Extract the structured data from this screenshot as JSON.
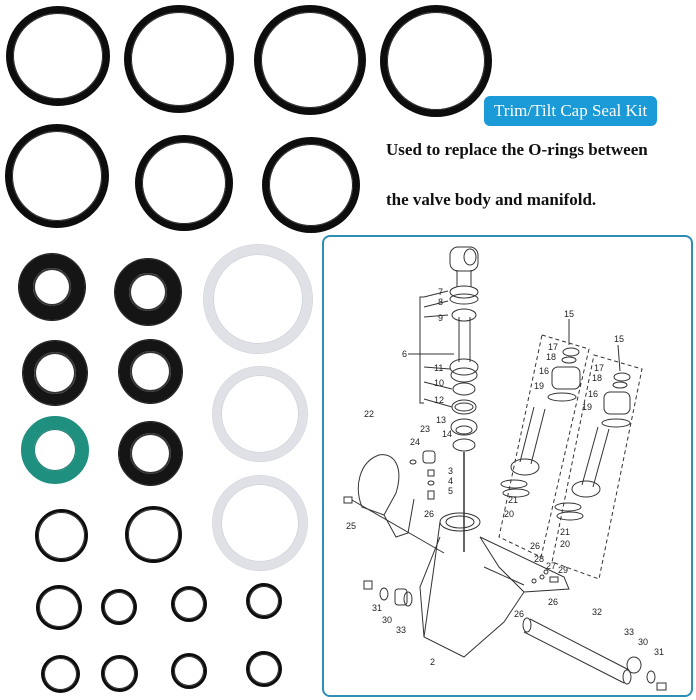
{
  "badge": {
    "label": "Trim/Tilt Cap Seal Kit",
    "color": "#1a9ad6"
  },
  "description": {
    "line1": "Used to replace the O-rings between",
    "line2": "the valve body and manifold."
  },
  "colors": {
    "black_ring": "#0d0d0d",
    "green_ring": "#1f8f80",
    "white_ring": "#dfe1e6",
    "diagram_border": "#2d8fb4"
  },
  "rings": {
    "large_black_row1_count": 4,
    "large_black_row2_count": 3,
    "oil_seals_black_count": 5,
    "oil_seal_green_count": 1,
    "white_backup_rings_count": 3,
    "medium_black_count": 2,
    "small_black_count": 8
  },
  "diagram": {
    "part_labels": [
      "2",
      "3",
      "4",
      "5",
      "6",
      "7",
      "8",
      "9",
      "10",
      "11",
      "12",
      "13",
      "14",
      "15",
      "15",
      "16",
      "16",
      "17",
      "17",
      "18",
      "18",
      "19",
      "19",
      "20",
      "20",
      "21",
      "21",
      "22",
      "23",
      "24",
      "25",
      "26",
      "26",
      "26",
      "26",
      "27",
      "28",
      "29",
      "30",
      "30",
      "31",
      "31",
      "32",
      "33",
      "33"
    ]
  }
}
